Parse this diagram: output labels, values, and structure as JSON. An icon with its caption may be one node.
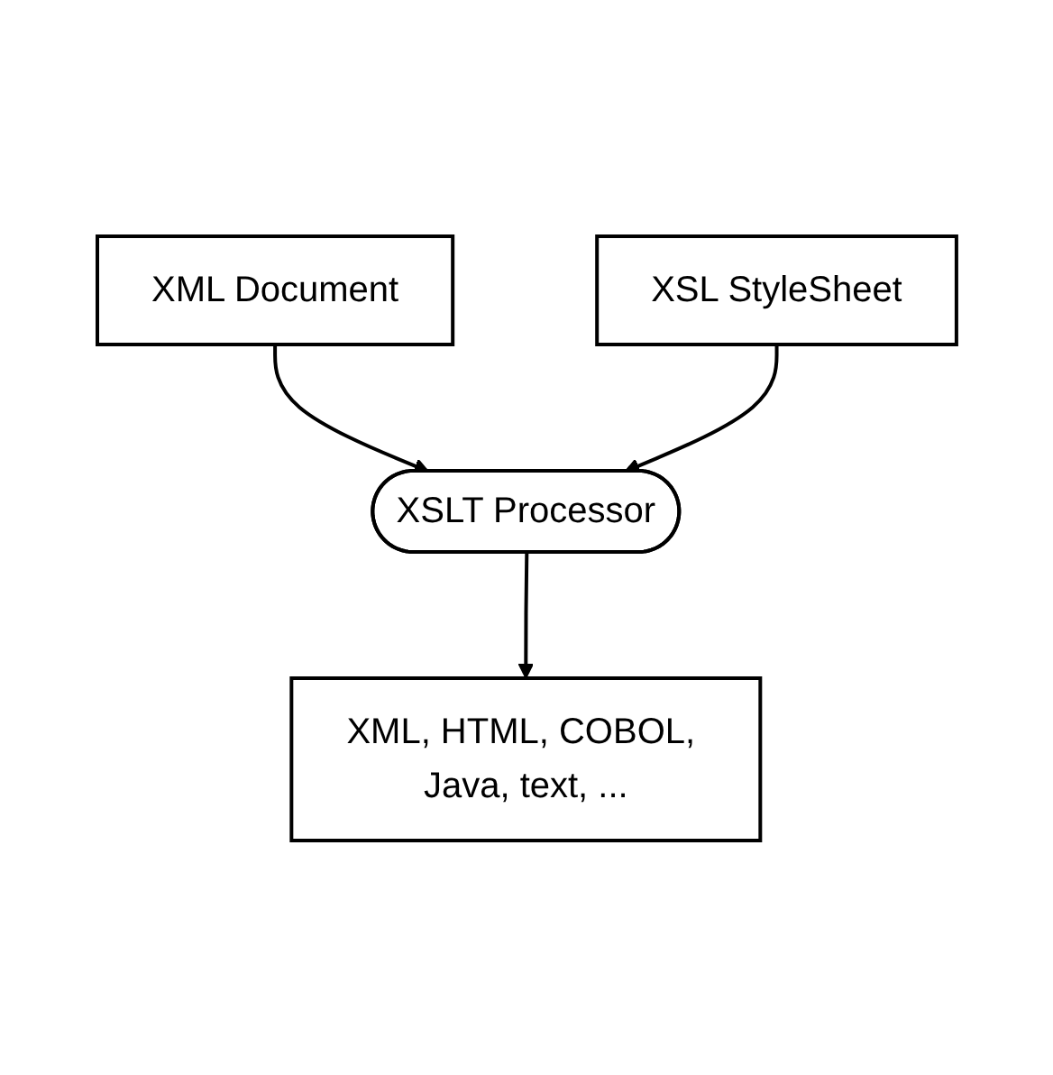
{
  "diagram": {
    "nodes": [
      {
        "text": [
          "XML Document"
        ]
      },
      {
        "text": [
          "XSL StyleSheet"
        ]
      },
      {
        "text": [
          "XSLT Processor"
        ]
      },
      {
        "text": [
          "XML, HTML, COBOL, Java, text, ..."
        ]
      }
    ],
    "edges": [
      {
        "from": 0,
        "to": 2,
        "arrow": "to"
      },
      {
        "from": 1,
        "to": 2,
        "arrow": "to"
      },
      {
        "from": 2,
        "to": 3,
        "arrow": "to"
      }
    ]
  }
}
